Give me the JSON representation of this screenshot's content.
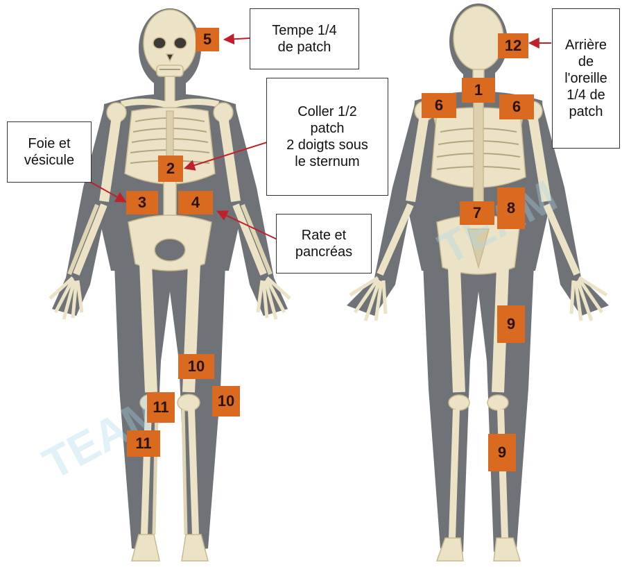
{
  "front_view": {
    "markers": [
      {
        "id": "5",
        "label": "5"
      },
      {
        "id": "2",
        "label": "2"
      },
      {
        "id": "3",
        "label": "3"
      },
      {
        "id": "4",
        "label": "4"
      },
      {
        "id": "10a",
        "label": "10"
      },
      {
        "id": "10b",
        "label": "10"
      },
      {
        "id": "11a",
        "label": "11"
      },
      {
        "id": "11b",
        "label": "11"
      }
    ],
    "callouts": {
      "temple": "Tempe 1/4\nde patch",
      "sternum": "Coller 1/2\npatch\n2 doigts sous\nle sternum",
      "liver": "Foie et\nvésicule",
      "spleen": "Rate et\npancréas"
    }
  },
  "back_view": {
    "markers": [
      {
        "id": "12",
        "label": "12"
      },
      {
        "id": "1",
        "label": "1"
      },
      {
        "id": "6a",
        "label": "6"
      },
      {
        "id": "6b",
        "label": "6"
      },
      {
        "id": "7",
        "label": "7"
      },
      {
        "id": "8",
        "label": "8"
      },
      {
        "id": "9a",
        "label": "9"
      },
      {
        "id": "9b",
        "label": "9"
      }
    ],
    "callouts": {
      "ear": "Arrière\nde\nl'oreille\n1/4 de\npatch"
    }
  },
  "watermark": "TEAM",
  "colors": {
    "marker": "#d96a1f",
    "marker_text": "#2a1206",
    "silhouette": "#6f7378",
    "bone": "#ece3c6",
    "bone_shade": "#c9b98f",
    "arrow": "#c0202a"
  }
}
